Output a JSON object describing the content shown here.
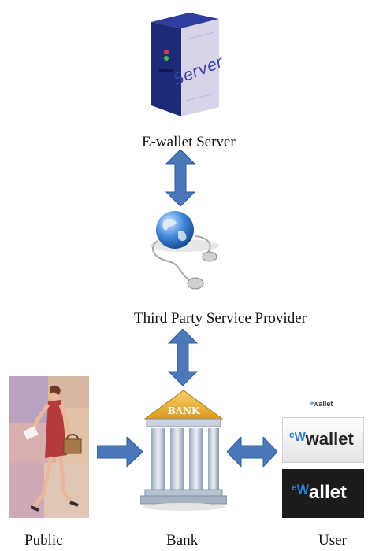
{
  "nodes": {
    "server": {
      "label": "E-wallet Server",
      "icon_text": "Server"
    },
    "provider": {
      "label": "Third Party Service Provider"
    },
    "public": {
      "label": "Public"
    },
    "bank": {
      "label": "Bank",
      "icon_text": "BANK"
    },
    "user": {
      "label": "User",
      "logo_small": "wallet",
      "logo_mid": "wallet",
      "logo_big": "allet"
    }
  },
  "arrow_color": "#4a78b8"
}
